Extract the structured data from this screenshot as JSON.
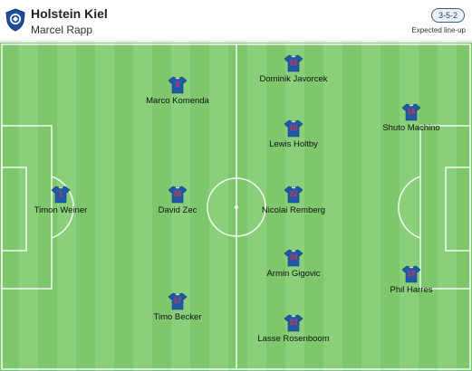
{
  "header": {
    "team_name": "Holstein Kiel",
    "coach_name": "Marcel Rapp",
    "formation": "3-5-2",
    "lineup_label": "Expected line-up",
    "crest_icon": "holstein-kiel-crest-icon"
  },
  "colors": {
    "pitch_light": "#8ad07a",
    "pitch_dark": "#7ec76c",
    "line": "#ffffff",
    "jersey": "#1f5aa6",
    "jersey_trim": "#ffffff",
    "number": "#d8334a",
    "badge_border": "#3d5f8f"
  },
  "players": [
    {
      "id": "weiner",
      "name": "Timon Weiner",
      "number": "1"
    },
    {
      "id": "komenda",
      "name": "Marco Komenda",
      "number": "5"
    },
    {
      "id": "zec",
      "name": "David Zec",
      "number": "26"
    },
    {
      "id": "becker",
      "name": "Timo Becker",
      "number": "17"
    },
    {
      "id": "javorcek",
      "name": "Dominik Javorcek",
      "number": "15"
    },
    {
      "id": "holtby",
      "name": "Lewis Holtby",
      "number": "10"
    },
    {
      "id": "remberg",
      "name": "Nicolai Remberg",
      "number": "22"
    },
    {
      "id": "gigovic",
      "name": "Armin Gigovic",
      "number": "34"
    },
    {
      "id": "rosenboom",
      "name": "Lasse Rosenboom",
      "number": "23"
    },
    {
      "id": "machino",
      "name": "Shuto Machino",
      "number": "18"
    },
    {
      "id": "harres",
      "name": "Phil Harres",
      "number": "19"
    }
  ]
}
